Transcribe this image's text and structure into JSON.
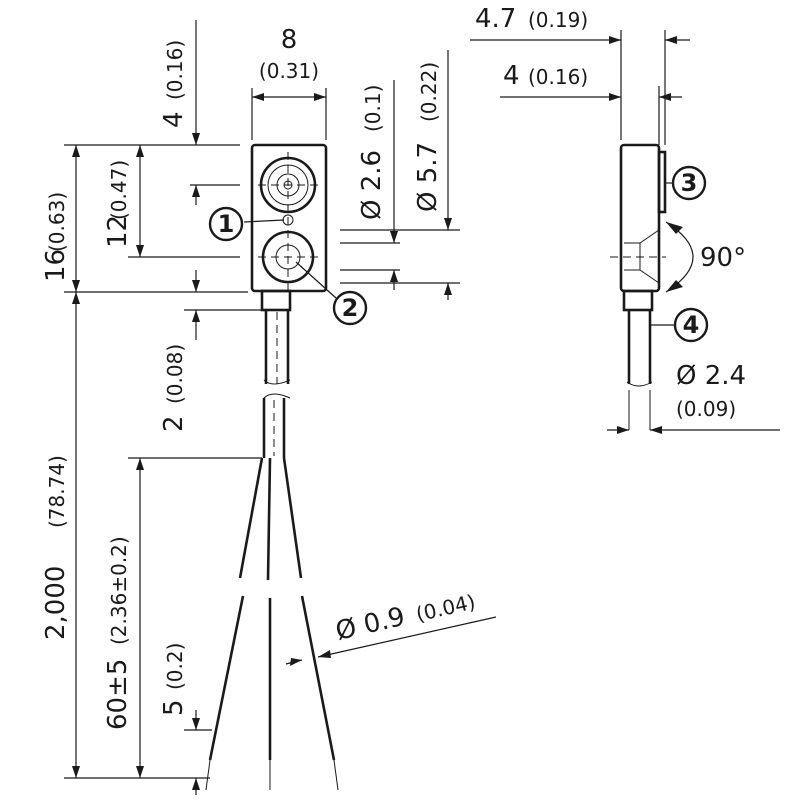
{
  "dims": {
    "width_total": "8",
    "width_total_in": "(0.31)",
    "top_offset": "4",
    "top_offset_in": "(0.16)",
    "height_total": "16",
    "height_total_in": "(0.63)",
    "height_upper": "12",
    "height_upper_in": "(0.47)",
    "lens_small": "Ø 2.6",
    "lens_small_in": "(0.1)",
    "lens_large": "Ø 5.7",
    "lens_large_in": "(0.22)",
    "neck": "2",
    "neck_in": "(0.08)",
    "cable_len": "2,000",
    "cable_len_in": "(78.74)",
    "strip_len": "60±5",
    "strip_len_in": "(2.36±0.2)",
    "tip_len": "5",
    "tip_len_in": "(0.2)",
    "wire_dia": "Ø 0.9",
    "wire_dia_in": "(0.04)",
    "side_depth_a": "4.7",
    "side_depth_a_in": "(0.19)",
    "side_depth_b": "4",
    "side_depth_b_in": "(0.16)",
    "angle": "90°",
    "cable_dia": "Ø 2.4",
    "cable_dia_in": "(0.09)"
  },
  "callouts": [
    "1",
    "2",
    "3",
    "4"
  ]
}
